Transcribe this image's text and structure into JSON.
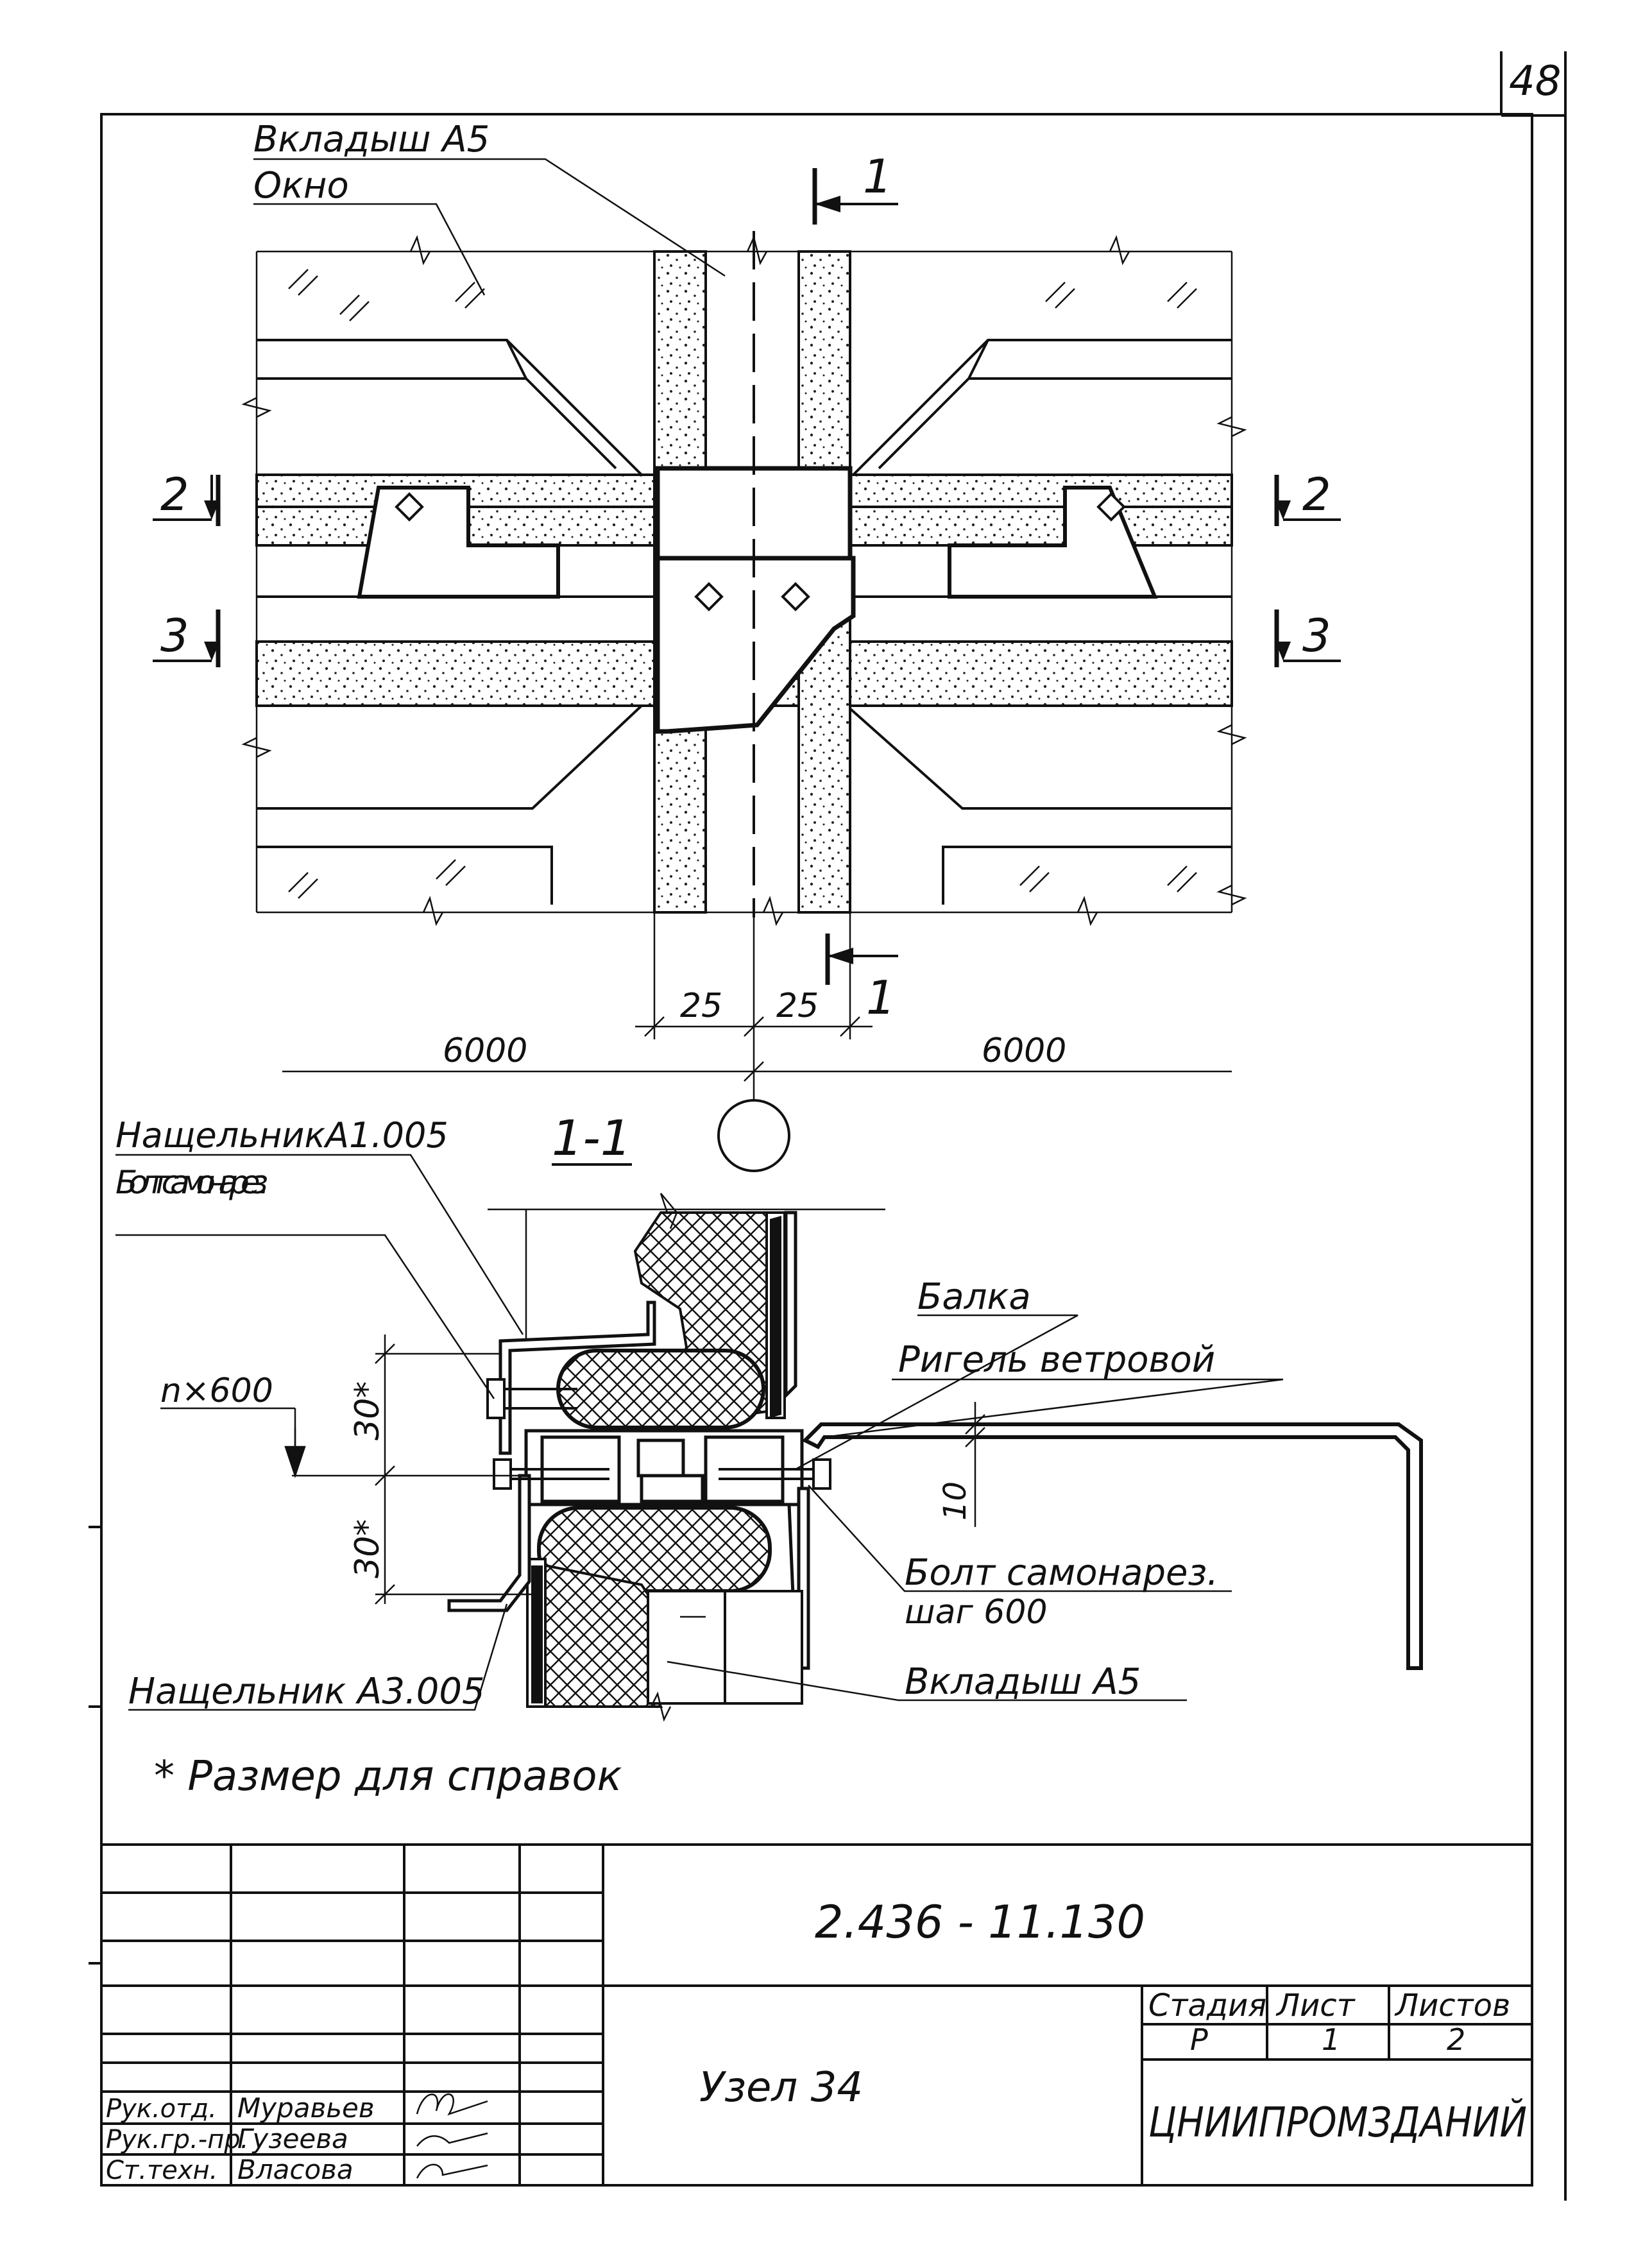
{
  "sheet_number": "48",
  "plan": {
    "label_insert_top": "Вкладыш А5",
    "label_window": "Окно",
    "section_1_top": "1",
    "section_1_bottom": "1",
    "section_2_left": "2",
    "section_2_right": "2",
    "section_3_left": "3",
    "section_3_right": "3",
    "dim_25_left": "25",
    "dim_25_right": "25",
    "dim_span_left": "6000",
    "dim_span_right": "6000"
  },
  "section": {
    "title": "1-1",
    "label_flashing_top": "НащельникА1.005",
    "label_bolt_left": "Болт самонарез.",
    "label_beam": "Балка",
    "label_wind_girder": "Ригель ветровой",
    "label_pitch": "n×600",
    "dim_30_upper": "30*",
    "dim_30_lower": "30*",
    "dim_10": "10",
    "label_bolt_right": "Болт самонарез.",
    "label_bolt_right_step": "шаг 600",
    "label_flashing_bottom": "Нащельник А3.005",
    "label_insert_bottom": "Вкладыш А5"
  },
  "note": "* Размер для справок",
  "title_block": {
    "doc_code": "2.436 - 11.130",
    "node_name": "Узел 34",
    "stage_header": "Стадия",
    "sheet_header": "Лист",
    "sheets_header": "Листов",
    "stage_value": "Р",
    "sheet_value": "1",
    "sheets_value": "2",
    "organization": "ЦНИИПРОМЗДАНИЙ",
    "roles": [
      "Рук.отд.",
      "Рук.гр.-пр.",
      "Ст.техн."
    ],
    "names": [
      "Муравьев",
      "Гузеева",
      "Власова"
    ]
  }
}
